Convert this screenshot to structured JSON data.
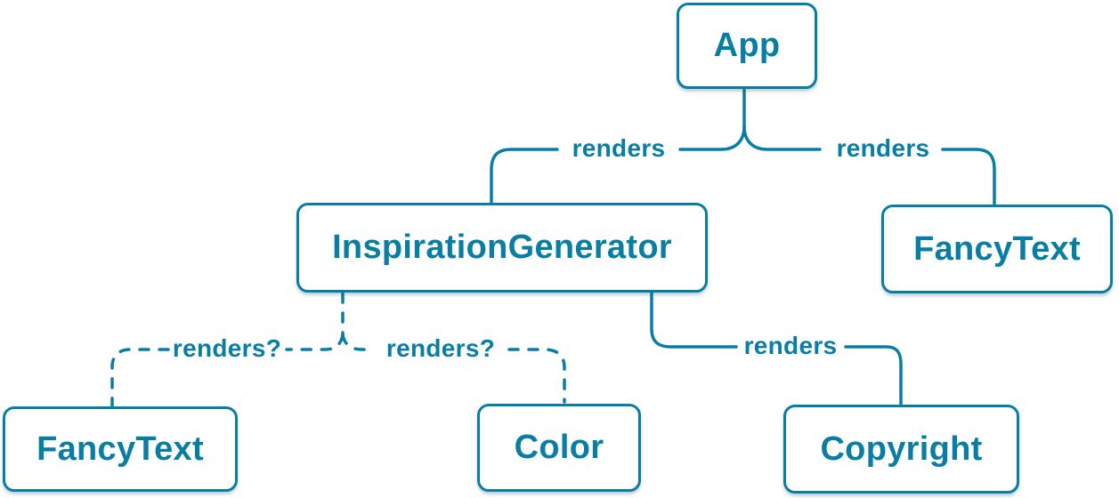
{
  "diagram": {
    "type": "component-tree",
    "accent_color": "#087ea4",
    "background_color": "#ffffff",
    "nodes": [
      {
        "id": "app",
        "label": "App"
      },
      {
        "id": "inspiration-generator",
        "label": "InspirationGenerator"
      },
      {
        "id": "fancy-text-top",
        "label": "FancyText"
      },
      {
        "id": "fancy-text-bottom",
        "label": "FancyText"
      },
      {
        "id": "color",
        "label": "Color"
      },
      {
        "id": "copyright",
        "label": "Copyright"
      }
    ],
    "edges": [
      {
        "from": "app",
        "to": "inspiration-generator",
        "label": "renders",
        "style": "solid"
      },
      {
        "from": "app",
        "to": "fancy-text-top",
        "label": "renders",
        "style": "solid"
      },
      {
        "from": "inspiration-generator",
        "to": "fancy-text-bottom",
        "label": "renders?",
        "style": "dashed"
      },
      {
        "from": "inspiration-generator",
        "to": "color",
        "label": "renders?",
        "style": "dashed"
      },
      {
        "from": "inspiration-generator",
        "to": "copyright",
        "label": "renders",
        "style": "solid"
      }
    ]
  }
}
